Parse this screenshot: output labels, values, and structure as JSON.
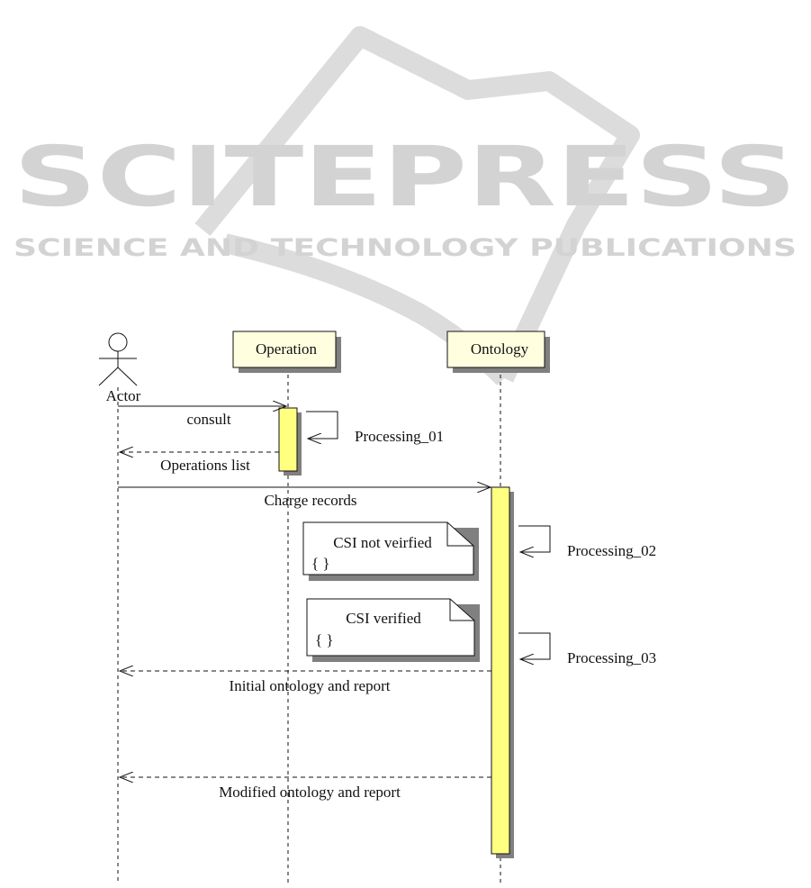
{
  "watermark": {
    "title": "SCITEPRESS",
    "subtitle": "SCIENCE AND TECHNOLOGY PUBLICATIONS"
  },
  "colors": {
    "activation": "#ffff80",
    "box": "#ffffe0",
    "shadow": "#808080",
    "watermark": "#d3d3d3"
  },
  "participants": {
    "actor": "Actor",
    "operation": "Operation",
    "ontology": "Ontology"
  },
  "messages": {
    "consult": "consult",
    "processing_01": "Processing_01",
    "operations_list": "Operations list",
    "change_records": "Charge records",
    "processing_02": "Processing_02",
    "processing_03": "Processing_03",
    "initial": "Initial ontology and report",
    "modified": "Modified ontology  and report"
  },
  "notes": [
    {
      "title": "CSI not veirfied",
      "body": "{ }"
    },
    {
      "title": "CSI verified",
      "body": "{ }"
    }
  ]
}
